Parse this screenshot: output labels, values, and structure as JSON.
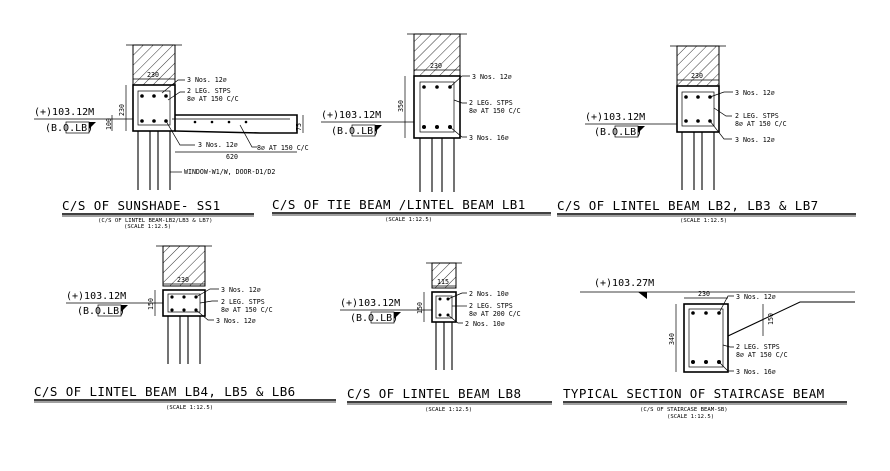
{
  "colors": {
    "ink": "#000000",
    "paper": "#ffffff"
  },
  "sections": [
    {
      "id": "ss1",
      "title": "C/S OF SUNSHADE- SS1",
      "subtitle": "(C/S OF LINTEL BEAM-LB2/LB3 & LB7)",
      "scale": "(SCALE 1:12.5)",
      "level": "(+)103.12M",
      "level_tag": "(B.O.LB)",
      "dims": [
        "230",
        "230",
        "100",
        "620",
        "75"
      ],
      "labels": [
        "3 Nos. 12∅",
        "2 LEG. STPS",
        "8∅ AT 150 C/C",
        "3 Nos. 12∅",
        "8∅ AT 150 C/C",
        "WINDOW-W1/W, DOOR-D1/D2"
      ]
    },
    {
      "id": "lb1",
      "title": "C/S OF TIE BEAM /LINTEL BEAM LB1",
      "scale": "(SCALE 1:12.5)",
      "level": "(+)103.12M",
      "level_tag": "(B.O.LB)",
      "dims": [
        "230",
        "350"
      ],
      "labels": [
        "3 Nos. 12∅",
        "2 LEG. STPS",
        "8∅ AT 150 C/C",
        "3 Nos. 16∅"
      ]
    },
    {
      "id": "lb2",
      "title": "C/S OF  LINTEL BEAM LB2, LB3 & LB7",
      "scale": "(SCALE 1:12.5)",
      "level": "(+)103.12M",
      "level_tag": "(B.O.LB)",
      "dims": [
        "230"
      ],
      "labels": [
        "3 Nos. 12∅",
        "2 LEG. STPS",
        "8∅ AT 150 C/C",
        "3 Nos. 12∅"
      ]
    },
    {
      "id": "lb4",
      "title": "C/S OF  LINTEL BEAM LB4, LB5 & LB6",
      "scale": "(SCALE 1:12.5)",
      "level": "(+)103.12M",
      "level_tag": "(B.O.LB)",
      "dims": [
        "230",
        "150"
      ],
      "labels": [
        "3 Nos. 12∅",
        "2 LEG. STPS",
        "8∅ AT 150 C/C",
        "3 Nos. 12∅"
      ]
    },
    {
      "id": "lb8",
      "title": "C/S OF  LINTEL BEAM LB8",
      "scale": "(SCALE 1:12.5)",
      "level": "(+)103.12M",
      "level_tag": "(B.O.LB)",
      "dims": [
        "115",
        "150"
      ],
      "labels": [
        "2 Nos. 10∅",
        "2 LEG. STPS",
        "8∅ AT 200 C/C",
        "2 Nos. 10∅"
      ]
    },
    {
      "id": "sb",
      "title": "TYPICAL SECTION OF STAIRCASE BEAM",
      "subtitle": "(C/S OF STAIRCASE BEAM-SB)",
      "scale": "(SCALE 1:12.5)",
      "level": "(+)103.27M",
      "dims": [
        "230",
        "340",
        "150"
      ],
      "labels": [
        "3 Nos. 12∅",
        "2 LEG. STPS",
        "8∅ AT 150 C/C",
        "3 Nos. 16∅"
      ]
    }
  ]
}
